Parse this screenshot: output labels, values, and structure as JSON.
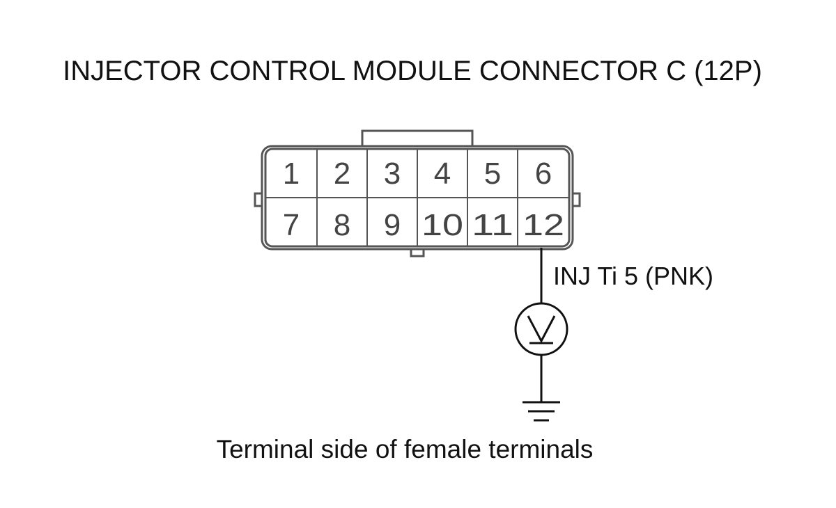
{
  "title": "INJECTOR CONTROL MODULE CONNECTOR C (12P)",
  "connector": {
    "rows": [
      [
        "1",
        "2",
        "3",
        "4",
        "5",
        "6"
      ],
      [
        "7",
        "8",
        "9",
        "10",
        "11",
        "12"
      ]
    ],
    "probed_terminal": "12"
  },
  "wire_label": "INJ Ti 5 (PNK)",
  "meter_symbol": "voltmeter-icon",
  "ground_symbol": "ground-icon",
  "caption": "Terminal side of female terminals"
}
